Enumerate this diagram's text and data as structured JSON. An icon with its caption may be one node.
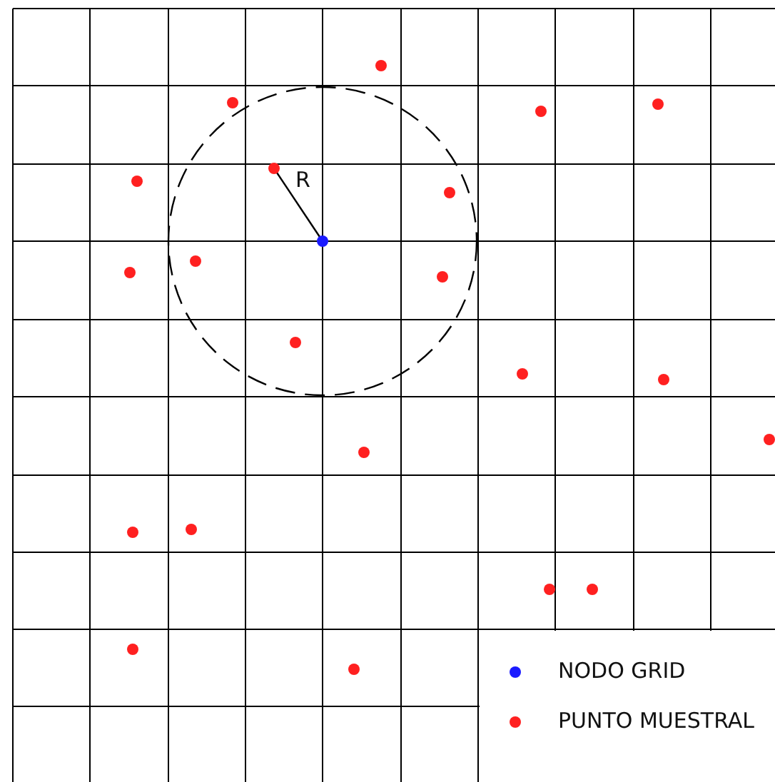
{
  "diagram": {
    "labels": [
      "R"
    ],
    "legend": [
      {
        "text": "NODO GRID",
        "color": "#1a1aff"
      },
      {
        "text": "PUNTO MUESTRAL",
        "color": "#ff2020"
      }
    ]
  }
}
